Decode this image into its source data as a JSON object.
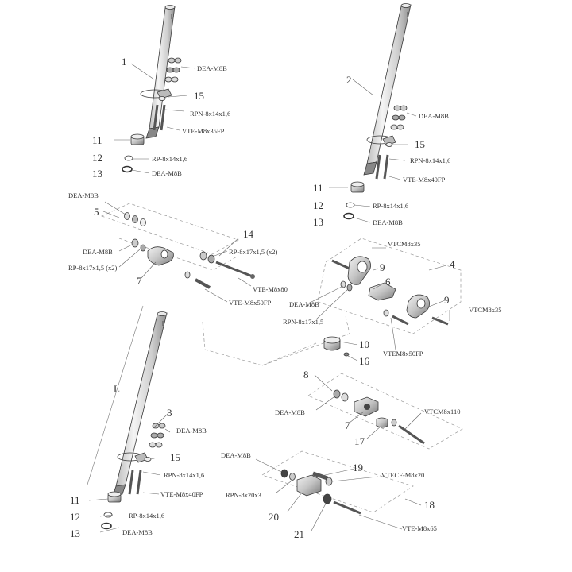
{
  "labels": {
    "n1": "1",
    "n2": "2",
    "n3": "3",
    "n4": "4",
    "n5": "5",
    "n6": "6",
    "n7a": "7",
    "n7b": "7",
    "n8": "8",
    "n9a": "9",
    "n9b": "9",
    "n10": "10",
    "n11a": "11",
    "n11b": "11",
    "n11c": "11",
    "n12a": "12",
    "n12b": "12",
    "n12c": "12",
    "n13a": "13",
    "n13b": "13",
    "n13c": "13",
    "n14": "14",
    "n15a": "15",
    "n15b": "15",
    "n15c": "15",
    "n16": "16",
    "n17": "17",
    "n18": "18",
    "n19": "19",
    "n20": "20",
    "n21": "21",
    "L": "L"
  },
  "codes": {
    "dea1": "DEA-M8B",
    "rpn1": "RPN-8x14x1,6",
    "vte1": "VTE-M8x35FP",
    "rp1": "RP-8x14x1,6",
    "dea1b": "DEA-M8B",
    "dea2": "DEA-M8B",
    "rpn2": "RPN-8x14x1,6",
    "vte2": "VTE-M8x40FP",
    "rp2": "RP-8x14x1,6",
    "dea2b": "DEA-M8B",
    "dea5a": "DEA-M8B",
    "dea5b": "DEA-M8B",
    "rp5": "RP-8x17x1,5 (x2)",
    "rp14": "RP-8x17x1,5 (x2)",
    "vte14": "VTE-M8x80",
    "vte5": "VTE-M8x50FP",
    "vtcm4a": "VTCM8x35",
    "dea4": "DEA-M8B",
    "rpn4": "RPN-8x17x1,5",
    "vtcm4b": "VTCM8x35",
    "vtem4": "VTEM8x50FP",
    "dea3": "DEA-M8B",
    "rpn3": "RPN-8x14x1,6",
    "vte3": "VTE-M8x40FP",
    "rp3": "RP-8x14x1,6",
    "dea3b": "DEA-M8B",
    "dea8": "DEA-M8B",
    "vtcm8": "VTCM8x110",
    "dea18": "DEA-M8B",
    "vtecf": "VTECF-M8x20",
    "rpn18": "RPN-8x20x3",
    "vte18": "VTE-M8x65"
  }
}
